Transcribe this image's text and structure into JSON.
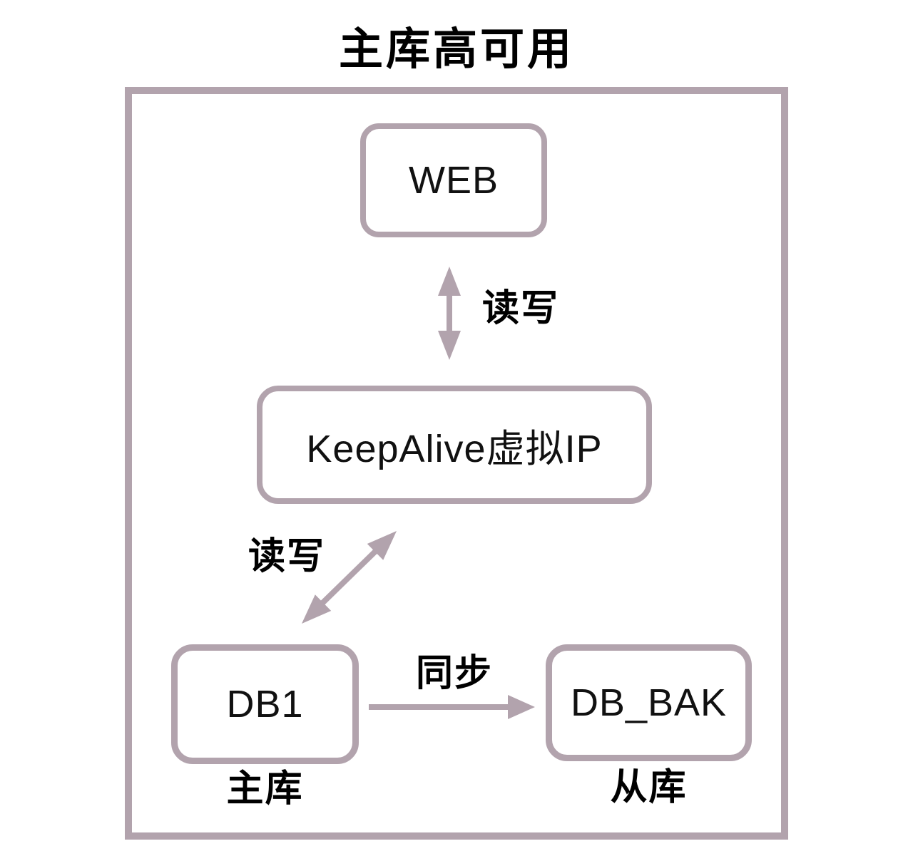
{
  "colors": {
    "accent": "#b2a3ad",
    "text": "#000000",
    "background": "#ffffff"
  },
  "diagram": {
    "title": "主库高可用",
    "nodes": {
      "web": {
        "label": "WEB"
      },
      "vip": {
        "label": "KeepAlive虚拟IP"
      },
      "db1": {
        "label": "DB1",
        "caption": "主库"
      },
      "db_bak": {
        "label": "DB_BAK",
        "caption": "从库"
      }
    },
    "edges": {
      "web_vip": {
        "label": "读写",
        "type": "bidirectional"
      },
      "vip_db1": {
        "label": "读写",
        "type": "bidirectional"
      },
      "db1_db_bak": {
        "label": "同步",
        "type": "directed"
      }
    }
  }
}
